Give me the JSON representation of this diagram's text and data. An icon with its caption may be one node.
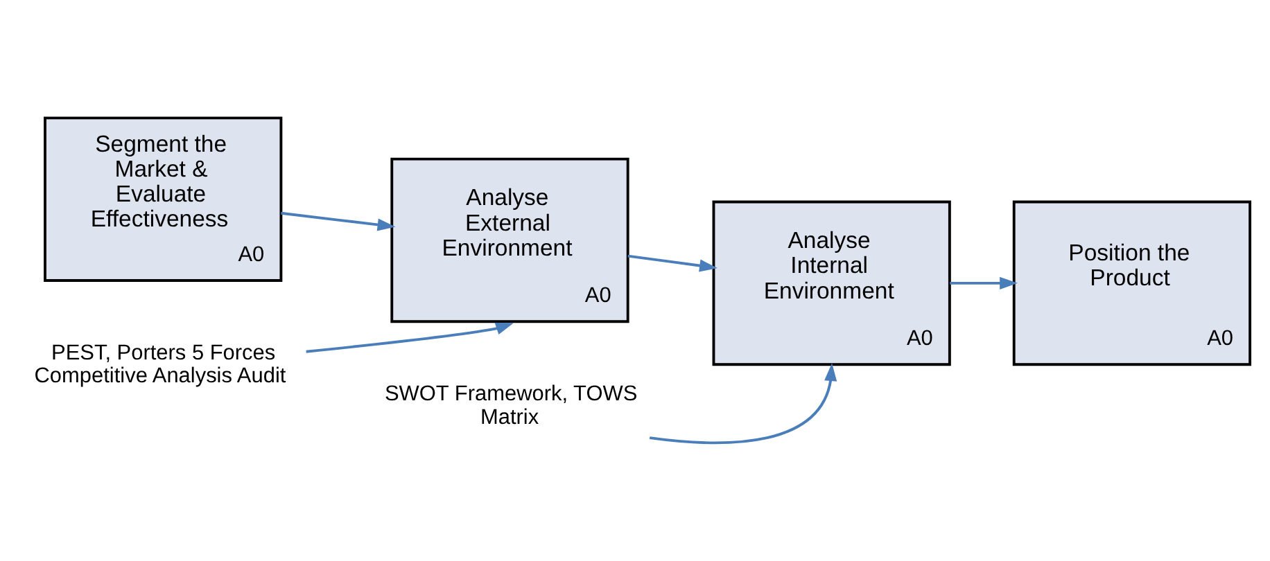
{
  "diagram": {
    "nodes": [
      {
        "text": [
          "Segment the Market & Evaluate Effectiveness",
          "A0"
        ]
      },
      {
        "text": [
          "Analyse External Environment",
          "A0"
        ]
      },
      {
        "text": [
          "Analyse Internal Environment",
          "A0"
        ]
      },
      {
        "text": [
          "Position the Product",
          "A0"
        ]
      },
      {
        "text": [
          "PEST, Porters 5 Forces Competitive Analysis Audit"
        ]
      },
      {
        "text": [
          "SWOT Framework, TOWS Matrix"
        ]
      }
    ],
    "edges": [
      {
        "from": 0,
        "to": 1,
        "arrow": "to"
      },
      {
        "from": 1,
        "to": 2,
        "arrow": "to"
      },
      {
        "from": 2,
        "to": 3,
        "arrow": "to"
      },
      {
        "from": 4,
        "to": 1,
        "arrow": "to"
      },
      {
        "from": 5,
        "to": 2,
        "arrow": "to"
      }
    ]
  }
}
